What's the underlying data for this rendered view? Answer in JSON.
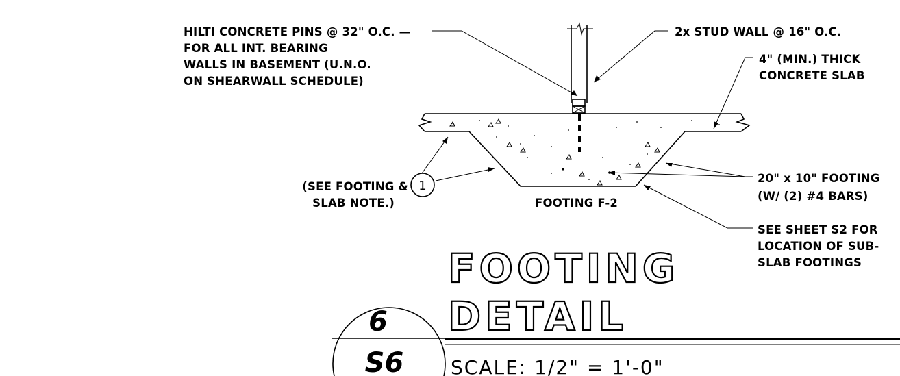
{
  "notes": {
    "hilti": [
      "HILTI CONCRETE PINS @ 32\" O.C. —",
      "FOR ALL INT. BEARING",
      "WALLS IN BASEMENT (U.N.O.",
      "ON SHEARWALL SCHEDULE)"
    ],
    "stud_wall": "2x STUD WALL @ 16\" O.C.",
    "slab": [
      "4\" (MIN.) THICK",
      "CONCRETE SLAB"
    ],
    "see_footing": [
      "(SEE FOOTING &",
      "SLAB NOTE.)"
    ],
    "footing_size": [
      "20\" x 10\" FOOTING",
      "(W/ (2) #4 BARS)"
    ],
    "see_sheet": [
      "SEE SHEET S2 FOR",
      "LOCATION OF SUB-",
      "SLAB FOOTINGS"
    ],
    "footing_label": "FOOTING F-2"
  },
  "callout": {
    "number": "1"
  },
  "title_block": {
    "title_line1": "FOOTING",
    "title_line2": "DETAIL",
    "detail_number": "6",
    "sheet_number": "S6",
    "scale": "SCALE:  1/2\" = 1'-0\""
  }
}
